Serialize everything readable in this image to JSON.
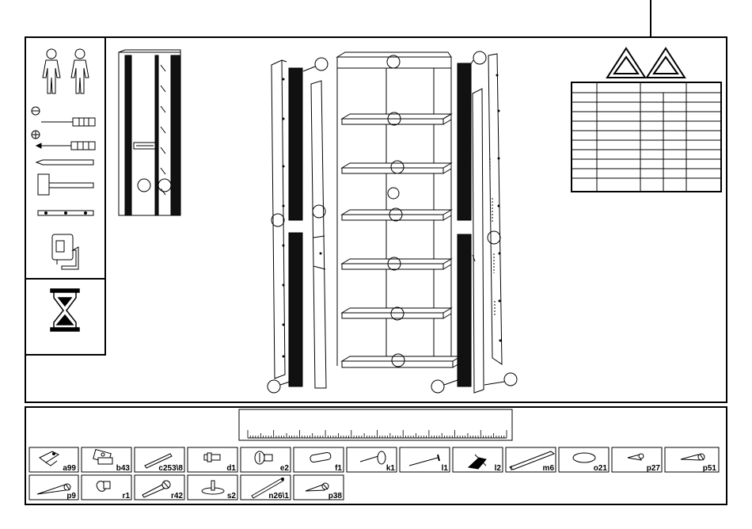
{
  "fittings": [
    {
      "code": "a99"
    },
    {
      "code": "b43"
    },
    {
      "code": "c253\\8"
    },
    {
      "code": "d1"
    },
    {
      "code": "e2"
    },
    {
      "code": "f1"
    },
    {
      "code": "k1"
    },
    {
      "code": "l1"
    },
    {
      "code": "l2"
    },
    {
      "code": "m6"
    },
    {
      "code": "o21"
    },
    {
      "code": "p27"
    },
    {
      "code": "p51"
    },
    {
      "code": "p9"
    },
    {
      "code": "r1"
    },
    {
      "code": "r42"
    },
    {
      "code": "s2"
    },
    {
      "code": "n26\\1"
    },
    {
      "code": "p38"
    }
  ],
  "tools": [
    {
      "icon": "two-persons-icon"
    },
    {
      "icon": "flathead-screwdriver-icon"
    },
    {
      "icon": "phillips-screwdriver-icon"
    },
    {
      "icon": "pencil-icon"
    },
    {
      "icon": "hammer-icon"
    },
    {
      "icon": "spirit-level-icon"
    },
    {
      "icon": "tape-measure-icon"
    }
  ],
  "colors": {
    "line": "#000000",
    "paper": "#ffffff",
    "dark_panel": "#111111",
    "shelf_fill": "#e6e6e6"
  }
}
